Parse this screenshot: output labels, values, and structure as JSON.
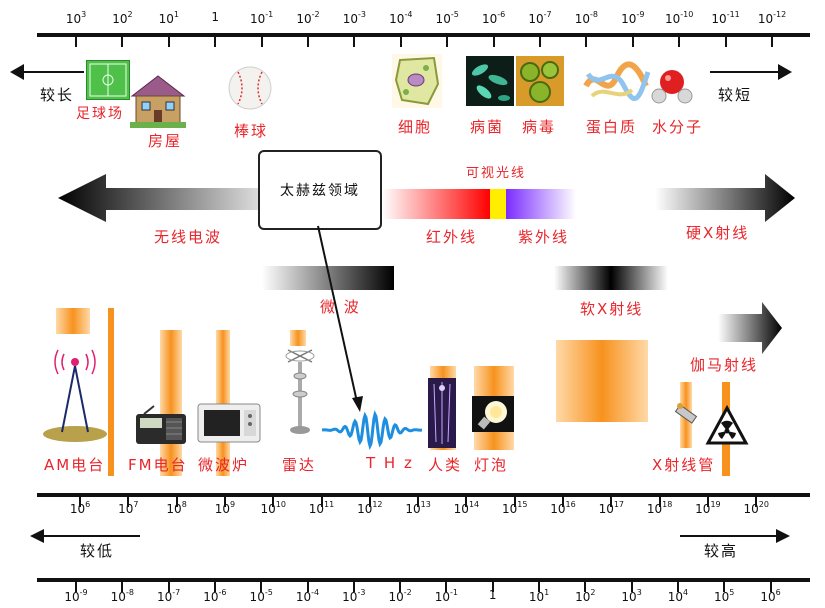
{
  "wavelength_ticks": [
    "10|3",
    "10|2",
    "10|1",
    "1",
    "10|-1",
    "10|-2",
    "10|-3",
    "10|-4",
    "10|-5",
    "10|-6",
    "10|-7",
    "10|-8",
    "10|-9",
    "10|-10",
    "10|-11",
    "10|-12"
  ],
  "frequency_ticks": [
    "10|6",
    "10|7",
    "10|8",
    "10|9",
    "10|10",
    "10|11",
    "10|12",
    "10|13",
    "10|14",
    "10|15",
    "10|16",
    "10|17",
    "10|18",
    "10|19",
    "10|20"
  ],
  "energy_ticks": [
    "10|-9",
    "10|-8",
    "10|-7",
    "10|-6",
    "10|-5",
    "10|-4",
    "10|-3",
    "10|-2",
    "10|-1",
    "1",
    "10|1",
    "10|2",
    "10|3",
    "10|4",
    "10|5",
    "10|6"
  ],
  "top": {
    "longer": "较长",
    "shorter": "较短",
    "objects": {
      "football_field": "足球场",
      "house": "房屋",
      "baseball": "棒球",
      "cell": "细胞",
      "bacteria": "病菌",
      "virus": "病毒",
      "protein": "蛋白质",
      "water_molecule": "水分子"
    }
  },
  "bands": {
    "thz_box": "太赫兹领域",
    "visible": "可视光线",
    "radio": "无线电波",
    "infrared": "红外线",
    "ultraviolet": "紫外线",
    "hard_xray": "硬X射线",
    "microwave": "微 波",
    "soft_xray": "软X射线",
    "gamma": "伽马射线"
  },
  "sources": {
    "am": "AM电台",
    "fm": "FM电台",
    "microwave_oven": "微波炉",
    "radar": "雷达",
    "thz": "T H z",
    "human": "人类",
    "bulb": "灯泡",
    "xray_tube": "X射线管"
  },
  "bottom": {
    "lower": "较低",
    "higher": "较高"
  }
}
